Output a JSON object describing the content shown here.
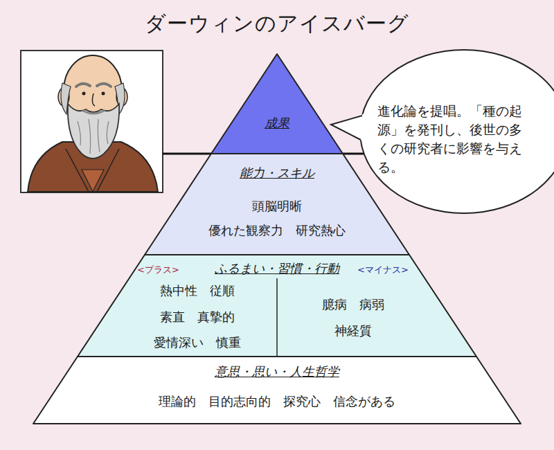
{
  "diagram": {
    "title": "ダーウィンのアイスバーグ",
    "nodes": [
      {
        "text": [
          "成果"
        ]
      },
      {
        "text": [
          "進化論を提唱。「種の起源」を発刊し、後世の多くの研究者に影響を与える。"
        ]
      },
      {
        "text": [
          "能力・スキル",
          "頭脳明晰",
          "優れた観察力　研究熱心"
        ]
      },
      {
        "text": [
          "ふるまい・習慣・行動"
        ]
      },
      {
        "text": [
          "熱中性　従順",
          "素直　真摯的",
          "愛情深い　慎重"
        ],
        "in": 3
      },
      {
        "text": [
          "臆病　病弱",
          "神経質"
        ],
        "in": 3
      },
      {
        "text": [
          "意思・思い・人生哲学",
          "理論的　目的志向的　探究心　信念がある"
        ]
      }
    ],
    "labels": [
      "<プラス>",
      "<マイナス>"
    ]
  }
}
